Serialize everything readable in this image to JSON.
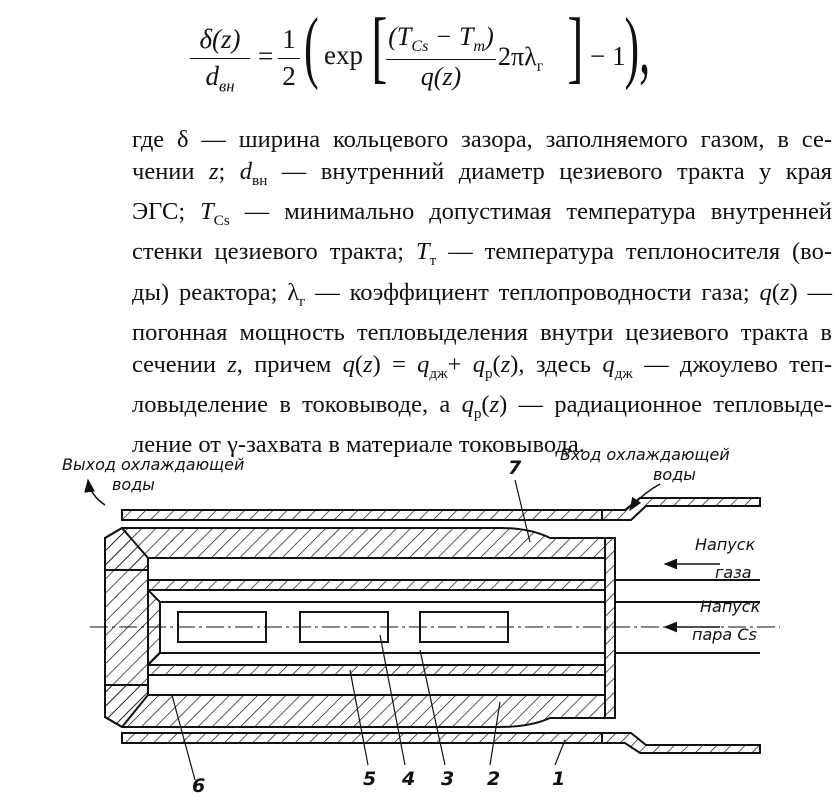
{
  "formula": {
    "lhs_num": "δ(z)",
    "lhs_den_main": "d",
    "lhs_den_sub": "вн",
    "equals": "=",
    "half_num": "1",
    "half_den": "2",
    "exp": "exp",
    "main_num_main": "(T",
    "main_num_sub1": "Cs",
    "main_num_mid": " − T",
    "main_num_sub2": "т",
    "main_num_end": ")",
    "main_den": "q(z)",
    "mult_main": "2πλ",
    "mult_sub": "г",
    "tail": "− 1",
    "end": "),"
  },
  "paragraph": {
    "l1": "где δ — ширина кольцевого зазора, заполняемого газом, в се-",
    "l2a": "чении ",
    "l2b": "z",
    "l2c": "; ",
    "l2d": "d",
    "l2e": "вн",
    "l2f": " — внутренний диаметр цезиевого тракта у края",
    "l3a": "ЭГС; ",
    "l3b": "T",
    "l3c": "Cs",
    "l3d": " — минимально допустимая температура внутренней",
    "l4a": "стенки цезиевого тракта; ",
    "l4b": "T",
    "l4c": "т",
    "l4d": " — температура теплоносителя (во-",
    "l5a": "ды) реактора; λ",
    "l5b": "г",
    "l5c": " — коэффициент теплопроводности газа; ",
    "l5d": "q",
    "l5e": "(",
    "l5f": "z",
    "l5g": ") —",
    "l6": "погонная мощность тепловыделения внутри цезиевого тракта в",
    "l7a": "сечении ",
    "l7b": "z",
    "l7c": ", причем ",
    "l7d": "q",
    "l7e": "(",
    "l7f": "z",
    "l7g": ") = ",
    "l7h": "q",
    "l7i": "дж",
    "l7j": "+ ",
    "l7k": "q",
    "l7l": "р",
    "l7m": "(",
    "l7n": "z",
    "l7o": "), здесь ",
    "l7p": "q",
    "l7q": "дж",
    "l7r": " — джоулево теп-",
    "l8a": "ловыделение в токовыводе, а ",
    "l8b": "q",
    "l8c": "р",
    "l8d": "(",
    "l8e": "z",
    "l8f": ") — радиационное тепловыде-",
    "l9": "ление от γ-захвата в материале токовывода."
  },
  "diagram": {
    "outlet_label_1": "Выход охлаждающей",
    "outlet_label_2": "воды",
    "inlet_label_1": "Вход охлаждающей",
    "inlet_label_2": "воды",
    "gas_label_1": "Напуск",
    "gas_label_2": "газа",
    "cs_label_1": "Напуск",
    "cs_label_2": "пара Cs",
    "numbers": [
      "7",
      "6",
      "5",
      "4",
      "3",
      "2",
      "1"
    ]
  }
}
